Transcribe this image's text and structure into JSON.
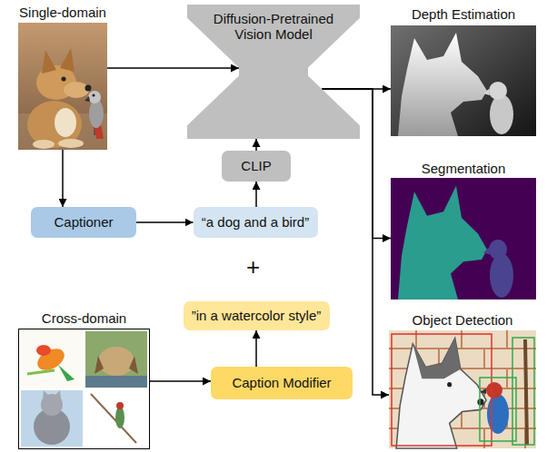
{
  "diagram": {
    "nodes": [
      {
        "text": [
          "Single-domain"
        ]
      },
      {
        "text": [
          "Diffusion-Pretrained Vision Model"
        ]
      },
      {
        "text": [
          "Depth Estimation"
        ]
      },
      {
        "text": [
          "CLIP"
        ]
      },
      {
        "text": [
          "Segmentation"
        ]
      },
      {
        "text": [
          "Captioner"
        ]
      },
      {
        "text": [
          "“a dog and a bird”"
        ]
      },
      {
        "text": [
          "”in a watercolor style”"
        ]
      },
      {
        "text": [
          "Cross-domain"
        ]
      },
      {
        "text": [
          "Caption Modifier"
        ]
      },
      {
        "text": [
          "Object Detection"
        ]
      }
    ],
    "edges": [
      {
        "from": 0,
        "to": 1,
        "arrow": "to"
      },
      {
        "from": 0,
        "to": 5,
        "arrow": "to"
      },
      {
        "from": 5,
        "to": 6,
        "arrow": "to"
      },
      {
        "from": 6,
        "to": 3,
        "arrow": "to"
      },
      {
        "from": 3,
        "to": 1,
        "arrow": "to"
      },
      {
        "from": 1,
        "to": 2,
        "arrow": "to"
      },
      {
        "from": 1,
        "to": 4,
        "arrow": "to"
      },
      {
        "from": 1,
        "to": 10,
        "arrow": "to"
      },
      {
        "from": 8,
        "to": 9,
        "arrow": "to"
      },
      {
        "from": 9,
        "to": 7,
        "arrow": "to"
      }
    ],
    "labels": [
      "+"
    ]
  }
}
